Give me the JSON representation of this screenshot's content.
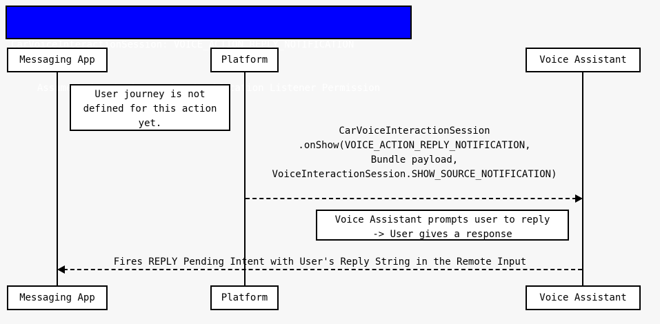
{
  "diagram": {
    "type": "sequence-diagram",
    "title": {
      "line1": "CarVoiceInteractionSession: VOICE_ACTION_REPLY_NOTIFICATION",
      "line2": "Assume Voice Assistant has Notification Listener Permission",
      "background_color": "#0000FF",
      "text_color": "#FFFFFF"
    },
    "participants": [
      {
        "id": "messaging-app",
        "label": "Messaging App"
      },
      {
        "id": "platform",
        "label": "Platform"
      },
      {
        "id": "voice-assistant",
        "label": "Voice Assistant"
      }
    ],
    "notes": [
      {
        "id": "note-user-journey",
        "text": "User journey is not\ndefined for this action\nyet.",
        "attached_to": "messaging-app"
      },
      {
        "id": "note-prompt-user",
        "text": "Voice Assistant prompts user to reply\n-> User gives a response",
        "attached_to": "voice-assistant"
      }
    ],
    "messages": [
      {
        "id": "msg-onshow",
        "from": "platform",
        "to": "voice-assistant",
        "direction": "right",
        "style": "dashed",
        "label": "CarVoiceInteractionSession\n.onShow(VOICE_ACTION_REPLY_NOTIFICATION,\nBundle payload,\nVoiceInteractionSession.SHOW_SOURCE_NOTIFICATION)"
      },
      {
        "id": "msg-reply-intent",
        "from": "voice-assistant",
        "to": "messaging-app",
        "direction": "left",
        "style": "dashed",
        "label": "Fires REPLY Pending Intent with User's Reply String in the Remote Input"
      }
    ]
  }
}
